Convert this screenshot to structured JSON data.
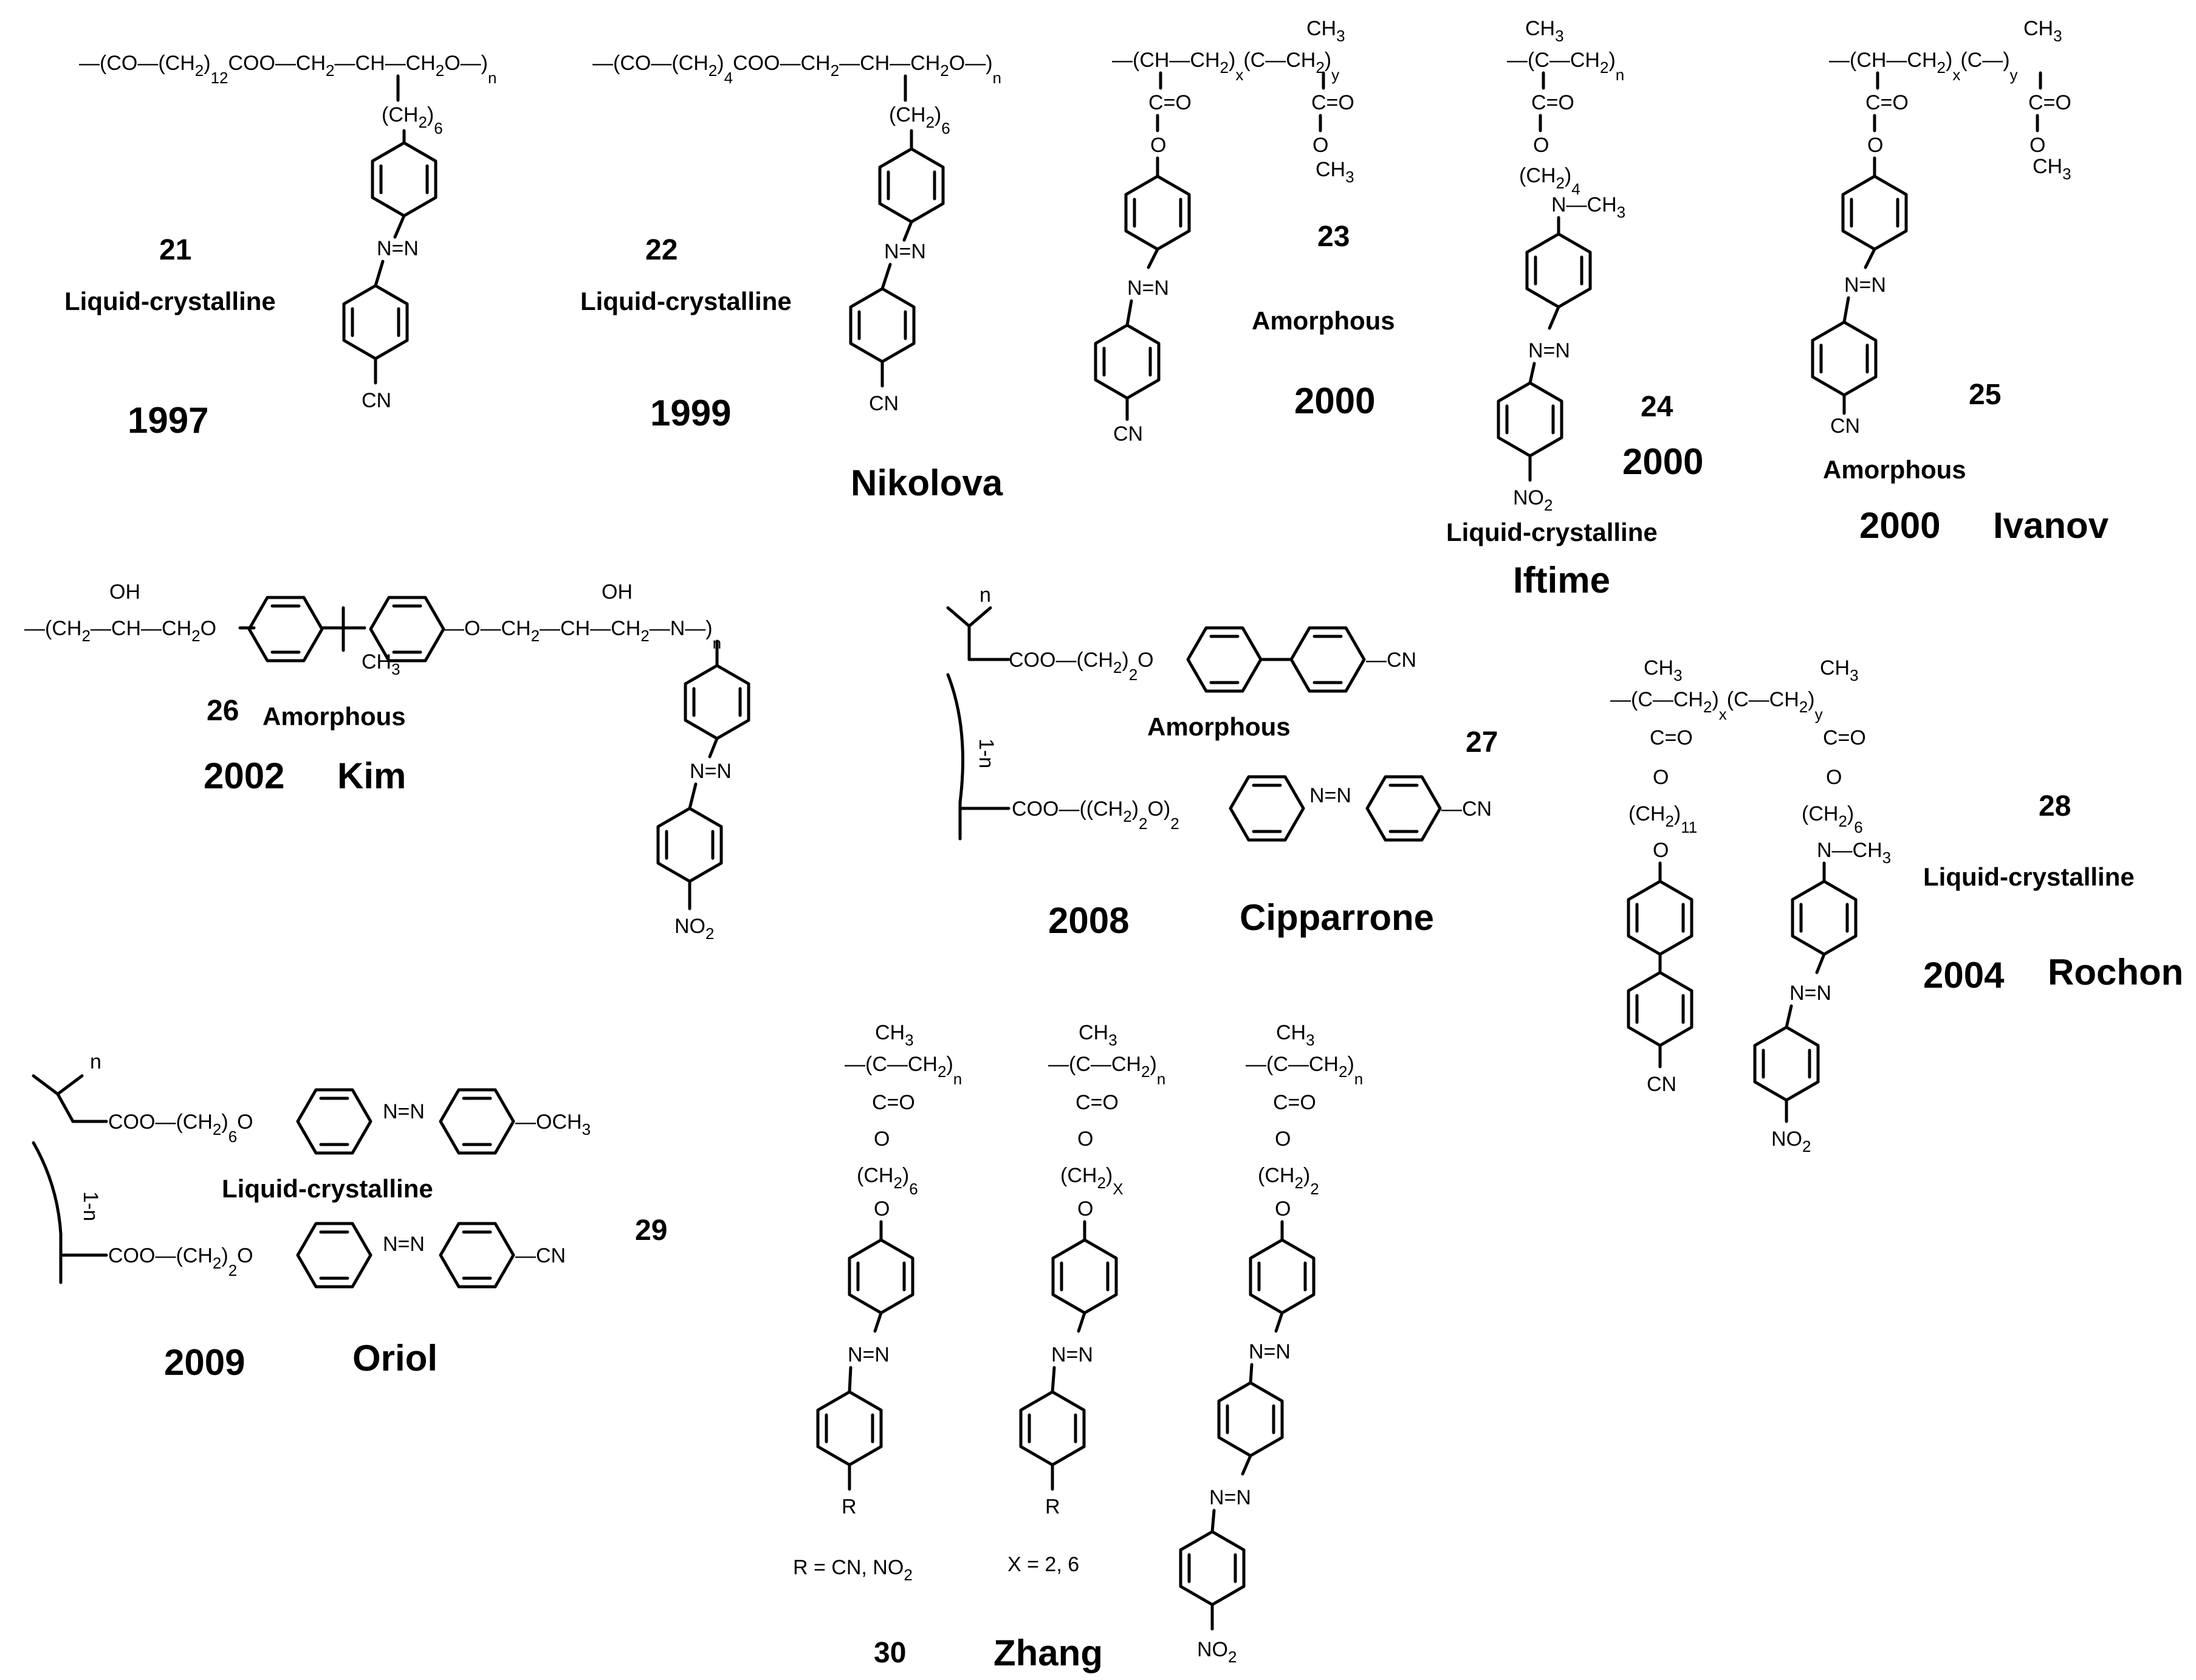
{
  "compounds": [
    {
      "number": "21",
      "phase": "Liquid-crystalline",
      "year": "1997",
      "backbone_prefix": "CO",
      "backbone_mid": "CH",
      "backbone_sub": "2",
      "backbone_rest": "COO—CH",
      "backbone_tail": "—CH—CH",
      "backbone_end": "O",
      "repeat_sub": "12",
      "spacer": "CH",
      "spacer_sub": "6",
      "end_group": "CN",
      "index": "n"
    },
    {
      "number": "22",
      "phase": "Liquid-crystalline",
      "year": "1999",
      "repeat_sub": "4",
      "spacer_sub": "6",
      "end_group": "CN",
      "index": "n"
    },
    {
      "number": "23",
      "phase": "Amorphous",
      "year": "2000",
      "end_group": "CN",
      "labels": [
        "CH",
        "3",
        "O",
        "CH",
        "3",
        "x",
        "y",
        "C",
        "O"
      ]
    },
    {
      "number": "24",
      "phase": "Liquid-crystalline",
      "year": "2000",
      "end_group": "NO",
      "end_sub": "2",
      "spacer_sub": "4",
      "labels": [
        "N",
        "—CH",
        "3"
      ]
    },
    {
      "number": "25",
      "phase": "Amorphous",
      "year": "2000",
      "end_group": "CN"
    },
    {
      "number": "26",
      "phase": "Amorphous",
      "year": "2002",
      "end_group": "NO",
      "end_sub": "2",
      "labels": [
        "OH",
        "OH",
        "N",
        "CH",
        "3"
      ]
    },
    {
      "number": "27",
      "phase": "Amorphous",
      "year": "2008",
      "end_group": "CN",
      "labels": [
        "COO",
        "CH",
        "2",
        "O",
        "1-n"
      ]
    },
    {
      "number": "28",
      "phase": "Liquid-crystalline",
      "year": "2004",
      "end_group": "CN",
      "end_group_2": "NO",
      "end_sub": "2",
      "spacer_sub": "11",
      "spacer_sub_2": "6",
      "labels": [
        "N—CH",
        "3"
      ]
    },
    {
      "number": "29",
      "phase": "Liquid-crystalline",
      "year": "2009",
      "end_group": "OCH",
      "end_sub": "3",
      "end_group_2": "CN",
      "spacer_sub": "6",
      "spacer_sub_2": "2",
      "labels": [
        "COO",
        "1-n"
      ]
    },
    {
      "number": "30",
      "year": "",
      "end_group": "NO",
      "end_sub": "2",
      "spacer_sub": "6",
      "spacer_sub_2": "X",
      "spacer_sub_3": "2",
      "labels": [
        "R",
        "R"
      ]
    }
  ],
  "authors": [
    "Nikolova",
    "Iftime",
    "Ivanov",
    "Kim",
    "Cipparrone",
    "Rochon",
    "Oriol",
    "Zhang"
  ],
  "notes": {
    "r_def": "R = CN, NO",
    "r_def_sub": "2",
    "x_def": "X = 2, 6"
  },
  "glyphs": {
    "azo": "N",
    "azo2": "N",
    "carbonyl": "C",
    "o": "O",
    "ch2": "CH",
    "ch3": "CH",
    "sub2": "2",
    "sub3": "3",
    "sub_n": "n",
    "sub_x": "x",
    "sub_y": "y",
    "c": "C",
    "coo": "COO"
  }
}
